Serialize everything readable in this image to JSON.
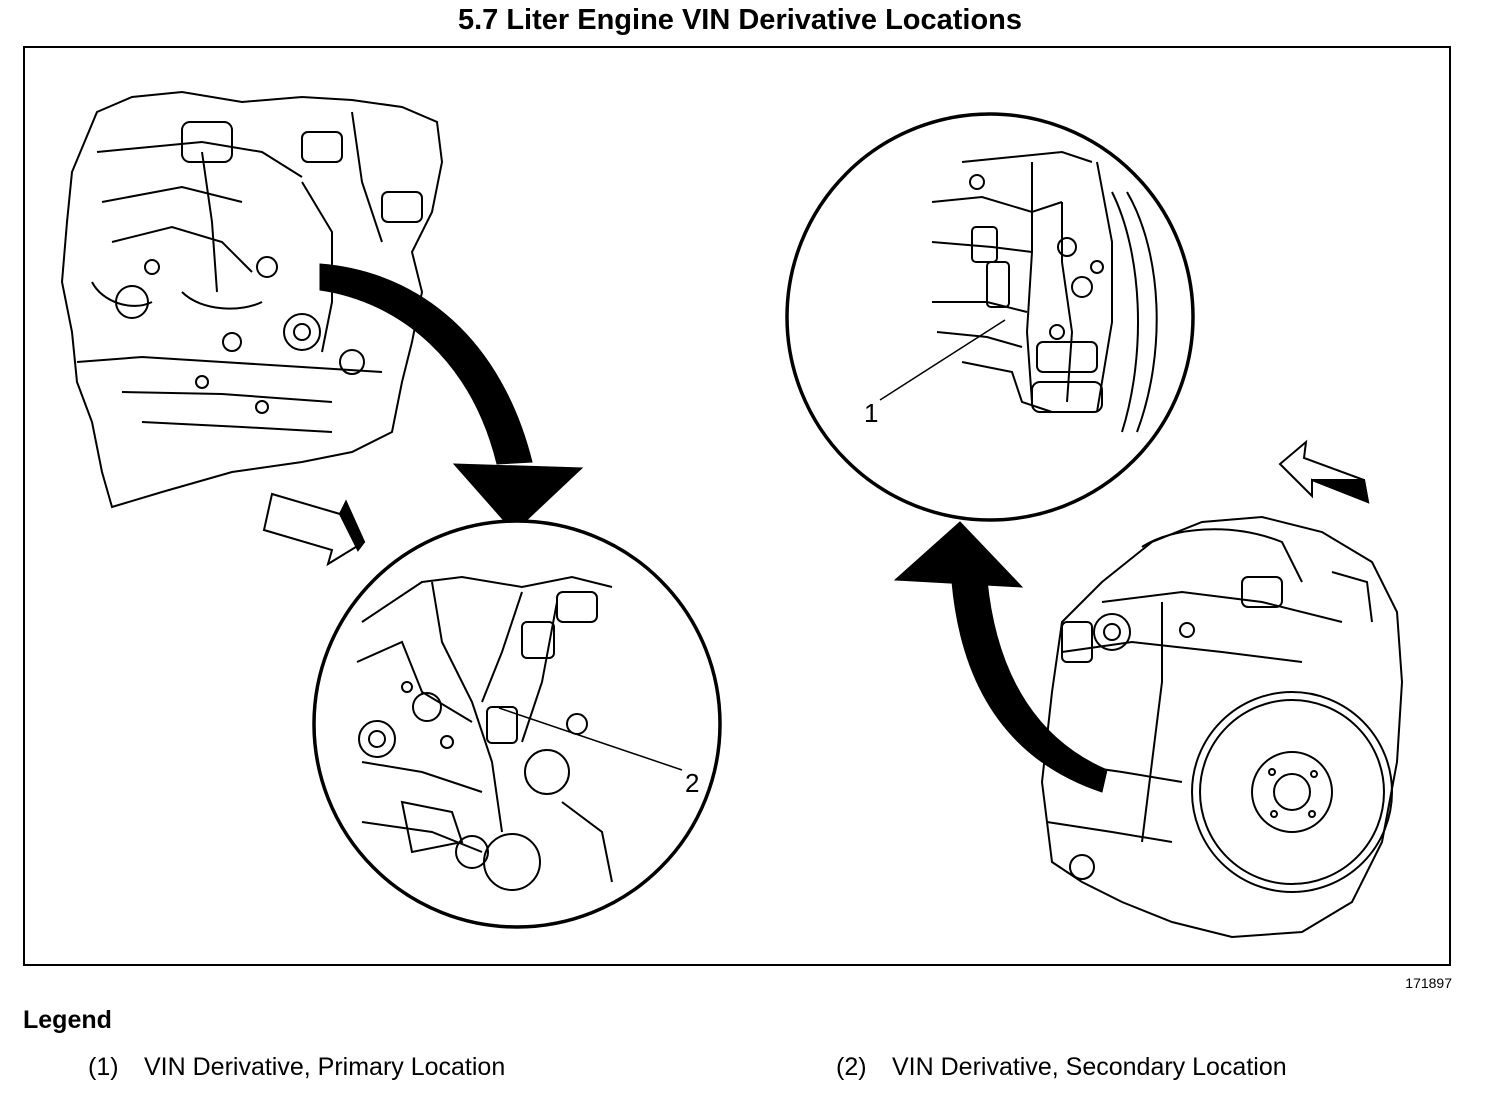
{
  "title": "5.7 Liter Engine VIN Derivative Locations",
  "figure_id": "171897",
  "callouts": {
    "primary": "1",
    "secondary": "2"
  },
  "legend": {
    "heading": "Legend",
    "items": [
      {
        "num": "(1)",
        "text": "VIN Derivative, Primary Location"
      },
      {
        "num": "(2)",
        "text": "VIN Derivative, Secondary Location"
      }
    ]
  }
}
